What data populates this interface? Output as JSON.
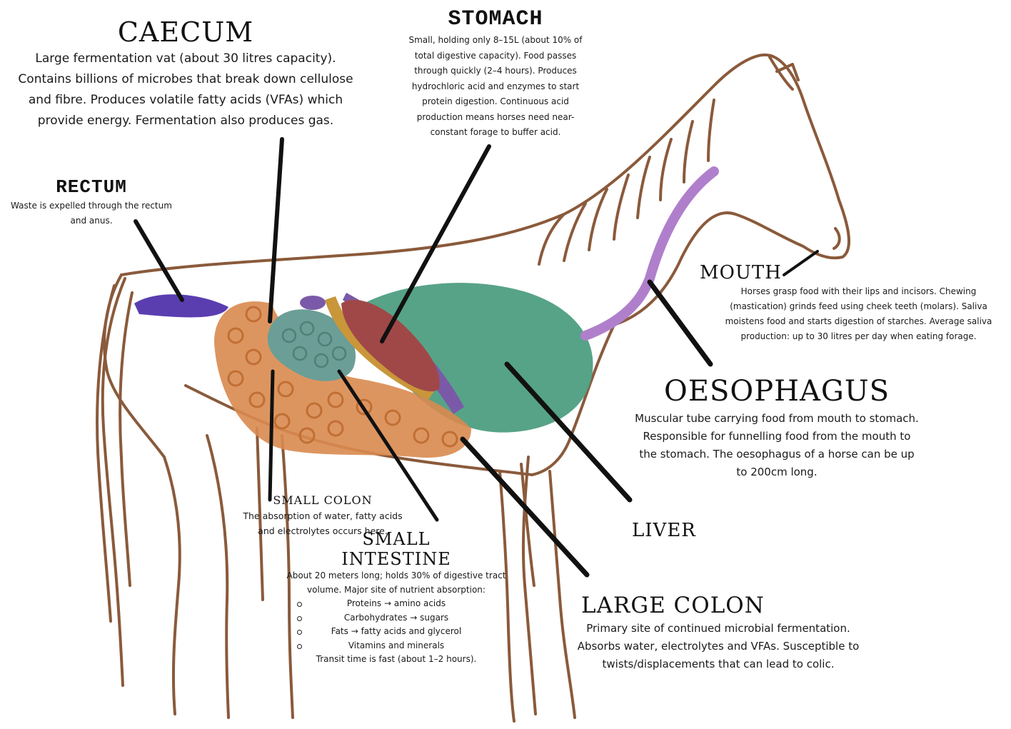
{
  "labels": {
    "caecum": {
      "title": "CAECUM",
      "text": "Large fermentation vat (about 30 litres capacity). Contains billions of microbes that break down cellulose and fibre. Produces volatile fatty acids (VFAs) which provide energy. Fermentation also produces gas."
    },
    "stomach": {
      "title": "STOMACH",
      "text": "Small, holding only 8–15L (about 10% of total digestive capacity). Food passes through quickly (2–4 hours). Produces hydrochloric acid and enzymes to start protein digestion. Continuous acid production means horses need near-constant forage to buffer acid."
    },
    "rectum": {
      "title": "RECTUM",
      "text": "Waste is expelled through the rectum and anus."
    },
    "mouth": {
      "title": "MOUTH",
      "text": "Horses grasp food with their lips and incisors. Chewing (mastication) grinds feed using cheek teeth (molars). Saliva moistens food and starts digestion of starches. Average saliva production: up to 30 litres per day when eating forage."
    },
    "oesophagus": {
      "title": "OESOPHAGUS",
      "text": "Muscular tube carrying food from mouth to stomach. Responsible for funnelling food from the mouth to the stomach. The oesophagus of a horse can be up to 200cm long."
    },
    "small_colon": {
      "title": "SMALL COLON",
      "text": "The absorption of water, fatty acids and electrolytes occurs here."
    },
    "small_intestine": {
      "title_line1": "SMALL",
      "title_line2": "INTESTINE",
      "intro": "About 20 meters long; holds 30% of digestive tract volume. Major site of nutrient absorption:",
      "items": [
        "Proteins → amino acids",
        "Carbohydrates → sugars",
        "Fats → fatty acids and glycerol",
        "Vitamins and minerals"
      ],
      "outro": "Transit time is fast (about 1–2 hours)."
    },
    "liver": {
      "title": "LIVER"
    },
    "large_colon": {
      "title": "LARGE COLON",
      "text": "Primary site of continued microbial fermentation. Absorbs water, electrolytes and VFAs. Susceptible to twists/displacements that can lead to colic."
    }
  },
  "colors": {
    "outline": "#8a5a3b",
    "caecum_orange": "#d98a4f",
    "small_intestine_teal": "#6b9e96",
    "stomach_red": "#a04848",
    "liver_green": "#4e9e82",
    "rectum_purple": "#5a3eb0",
    "oesophagus_lilac": "#b07fcc",
    "colon_mustard": "#c9963a",
    "purple_band": "#7a5aa8",
    "pointer": "#111111"
  },
  "icons": [
    "horse-outline-drawing",
    "organ-shapes",
    "pointer-lines"
  ]
}
